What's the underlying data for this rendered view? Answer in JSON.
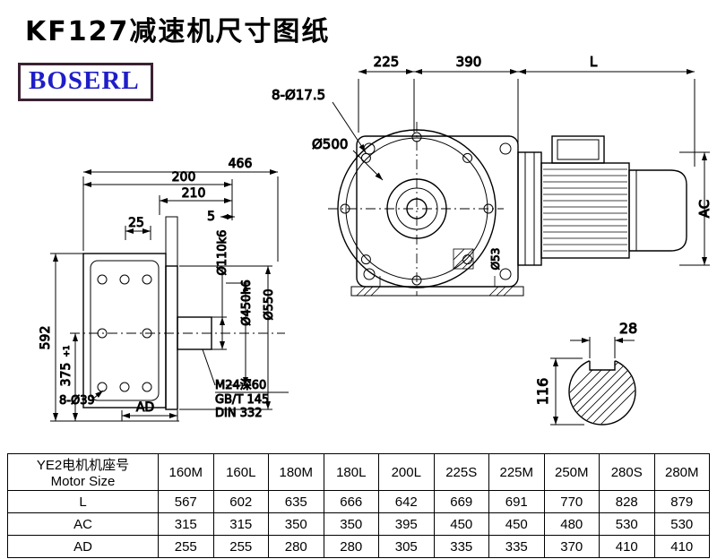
{
  "title": "KF127减速机尺寸图纸",
  "logo": {
    "text": "BOSERL",
    "text_color": "#1e1ec8",
    "border_color": "#3a2233"
  },
  "drawing": {
    "left": {
      "d466": "466",
      "d200": "200",
      "d210": "210",
      "d5": "5",
      "d25": "25",
      "d592": "592",
      "d375": "375",
      "d375_tol": "+1",
      "holes": "8-Ø39",
      "ad": "AD",
      "shaft_dia": "Ø110k6",
      "pilot_dia": "Ø450h6",
      "flange_dia": "Ø550",
      "tap": "M24深60",
      "std1": "GB/T 145",
      "std2": "DIN 332"
    },
    "front": {
      "d225": "225",
      "d390": "390",
      "dL": "L",
      "holes": "8-Ø17.5",
      "d500": "Ø500",
      "ac": "AC",
      "d53": "Ø53"
    },
    "shaft": {
      "key_w": "28",
      "dia": "116"
    }
  },
  "table": {
    "header": {
      "line1": "YE2电机机座号",
      "line2": "Motor Size"
    },
    "columns": [
      "160M",
      "160L",
      "180M",
      "180L",
      "200L",
      "225S",
      "225M",
      "250M",
      "280S",
      "280M"
    ],
    "rows": [
      {
        "label": "L",
        "values": [
          "567",
          "602",
          "635",
          "666",
          "642",
          "669",
          "691",
          "770",
          "828",
          "879"
        ]
      },
      {
        "label": "AC",
        "values": [
          "315",
          "315",
          "350",
          "350",
          "395",
          "450",
          "450",
          "480",
          "530",
          "530"
        ]
      },
      {
        "label": "AD",
        "values": [
          "255",
          "255",
          "280",
          "280",
          "305",
          "335",
          "335",
          "370",
          "410",
          "410"
        ]
      }
    ]
  }
}
